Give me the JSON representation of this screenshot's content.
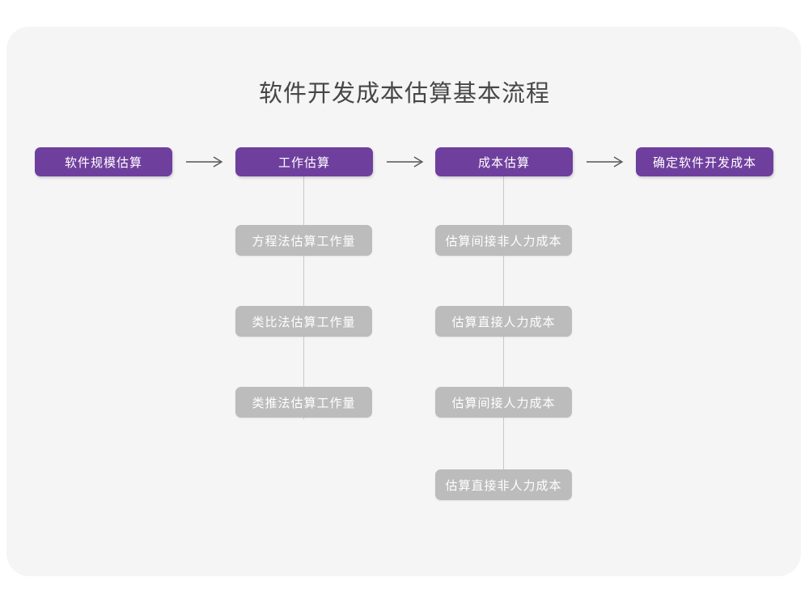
{
  "title": "软件开发成本估算基本流程",
  "theme": {
    "page_background": "#ffffff",
    "card_background": "#f5f5f5",
    "primary_node_color": "#6f3f9e",
    "secondary_node_color": "#bcbcbc",
    "node_text_color": "#ffffff",
    "title_color": "#474747",
    "connector_color": "#c9c9c9",
    "arrow_color": "#555555"
  },
  "chart_data": {
    "type": "diagram",
    "title": "软件开发成本估算基本流程",
    "diagram_kind": "flowchart",
    "orientation": "left-to-right main flow with vertical sub-step stacks",
    "stages": [
      {
        "id": "stage-1",
        "label": "软件规模估算",
        "level": "primary",
        "substeps": []
      },
      {
        "id": "stage-2",
        "label": "工作估算",
        "level": "primary",
        "substeps": [
          "方程法估算工作量",
          "类比法估算工作量",
          "类推法估算工作量"
        ]
      },
      {
        "id": "stage-3",
        "label": "成本估算",
        "level": "primary",
        "substeps": [
          "估算间接非人力成本",
          "估算直接人力成本",
          "估算间接人力成本",
          "估算直接非人力成本"
        ]
      },
      {
        "id": "stage-4",
        "label": "确定软件开发成本",
        "level": "primary",
        "substeps": []
      }
    ],
    "connectors": [
      {
        "from": "stage-1",
        "to": "stage-2",
        "style": "arrow-right"
      },
      {
        "from": "stage-2",
        "to": "stage-3",
        "style": "arrow-right"
      },
      {
        "from": "stage-3",
        "to": "stage-4",
        "style": "arrow-right"
      }
    ]
  }
}
